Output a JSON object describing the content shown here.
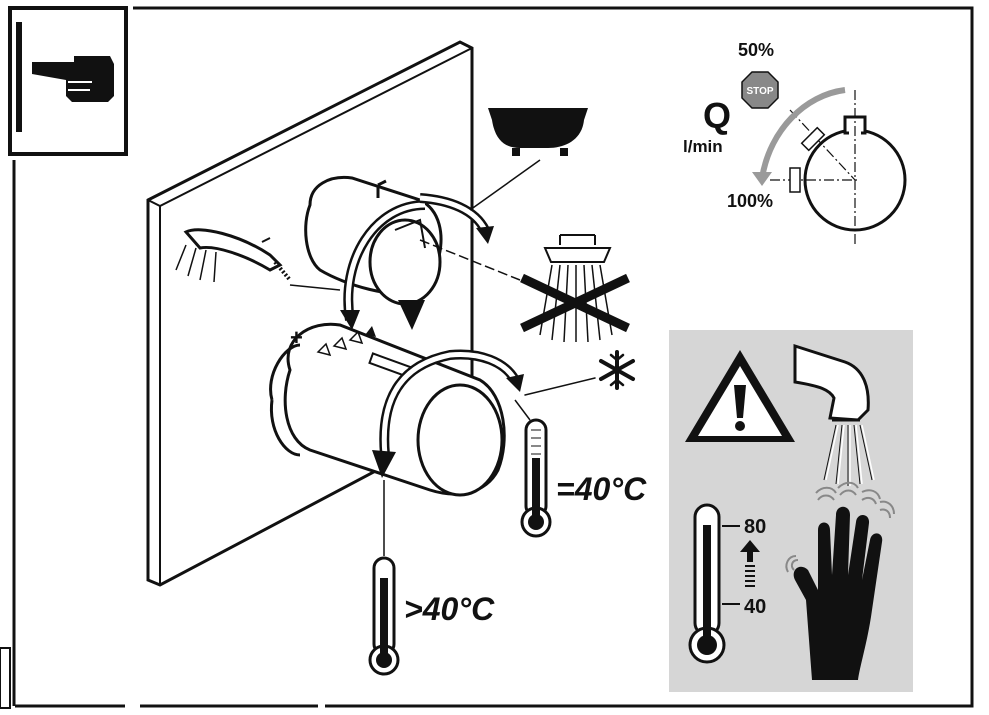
{
  "flow": {
    "q_label": "Q",
    "unit_label": "l/min",
    "pct_50": "50%",
    "pct_100": "100%",
    "stop_label": "STOP"
  },
  "temps": {
    "equal_40": "=40°C",
    "greater_40": ">40°C"
  },
  "knob": {
    "plus_sign": "+"
  },
  "warning": {
    "scale_high": "80",
    "scale_low": "40"
  },
  "colors": {
    "ink": "#111111",
    "arrow_gray": "#9a9a9a",
    "panel_gray": "#d6d6d6",
    "warning_yellow_absent": "#ffffff"
  },
  "icons": [
    "pointing-hand-icon",
    "bathtub-icon",
    "hand-shower-icon",
    "overhead-shower-crossed-icon",
    "snowflake-icon",
    "thermometer-icon",
    "warning-triangle-icon",
    "faucet-icon",
    "hand-icon",
    "stop-sign-icon"
  ]
}
